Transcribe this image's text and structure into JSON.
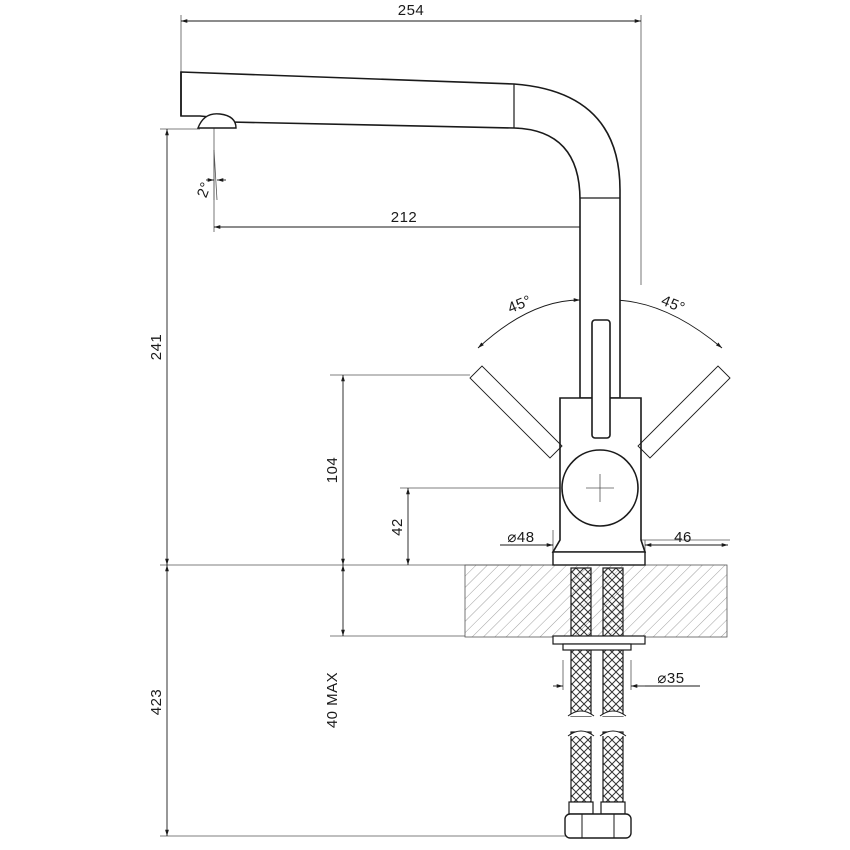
{
  "dimensions": {
    "overall_reach": "254",
    "spout_reach": "212",
    "spout_angle": "2°",
    "total_height": "241",
    "handle_height": "104",
    "body_height": "42",
    "base_diameter": "⌀48",
    "body_depth": "46",
    "handle_angle_left": "45°",
    "handle_angle_right": "45°",
    "hose_length": "423",
    "max_deck_thickness": "40 MAX",
    "hole_diameter": "⌀35"
  }
}
